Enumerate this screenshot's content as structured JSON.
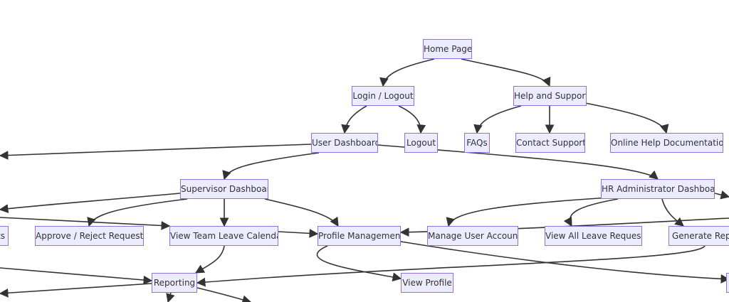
{
  "colors": {
    "background": "#ffffff",
    "node_fill": "#ECECFF",
    "node_border": "#9370DB",
    "text": "#333333",
    "edge": "#333333"
  },
  "nodes": {
    "home_page": "Home Page",
    "login_logout": "Login / Logout",
    "help_support": "Help and Support",
    "user_dashboard": "User Dashboard",
    "logout": "Logout",
    "faqs": "FAQs",
    "contact_support": "Contact Support",
    "online_help": "Online Help Documentation",
    "supervisor_dashboard": "Supervisor Dashboard",
    "hr_admin_dashboard": "HR Administrator Dashboard",
    "partial_left": "ts",
    "approve_reject": "Approve / Reject Requests",
    "team_calendar": "View Team Leave Calendar",
    "profile_management": "Profile Management",
    "manage_users": "Manage User Accounts",
    "view_all_leave": "View All Leave Requests",
    "generate_reports": "Generate Repo",
    "reporting": "Reporting",
    "view_profile": "View Profile"
  },
  "edges": [
    [
      "home_page",
      "login_logout"
    ],
    [
      "home_page",
      "help_support"
    ],
    [
      "login_logout",
      "user_dashboard"
    ],
    [
      "login_logout",
      "logout"
    ],
    [
      "help_support",
      "faqs"
    ],
    [
      "help_support",
      "contact_support"
    ],
    [
      "help_support",
      "online_help"
    ],
    [
      "user_dashboard",
      "supervisor_dashboard"
    ],
    [
      "user_dashboard",
      "hr_admin_dashboard"
    ],
    [
      "supervisor_dashboard",
      "approve_reject"
    ],
    [
      "supervisor_dashboard",
      "team_calendar"
    ],
    [
      "supervisor_dashboard",
      "profile_management"
    ],
    [
      "hr_admin_dashboard",
      "manage_users"
    ],
    [
      "hr_admin_dashboard",
      "view_all_leave"
    ],
    [
      "hr_admin_dashboard",
      "generate_reports"
    ],
    [
      "team_calendar",
      "profile_management"
    ],
    [
      "team_calendar",
      "reporting"
    ],
    [
      "profile_management",
      "view_profile"
    ],
    [
      "manage_users",
      "profile_management"
    ],
    [
      "generate_reports",
      "reporting"
    ]
  ]
}
